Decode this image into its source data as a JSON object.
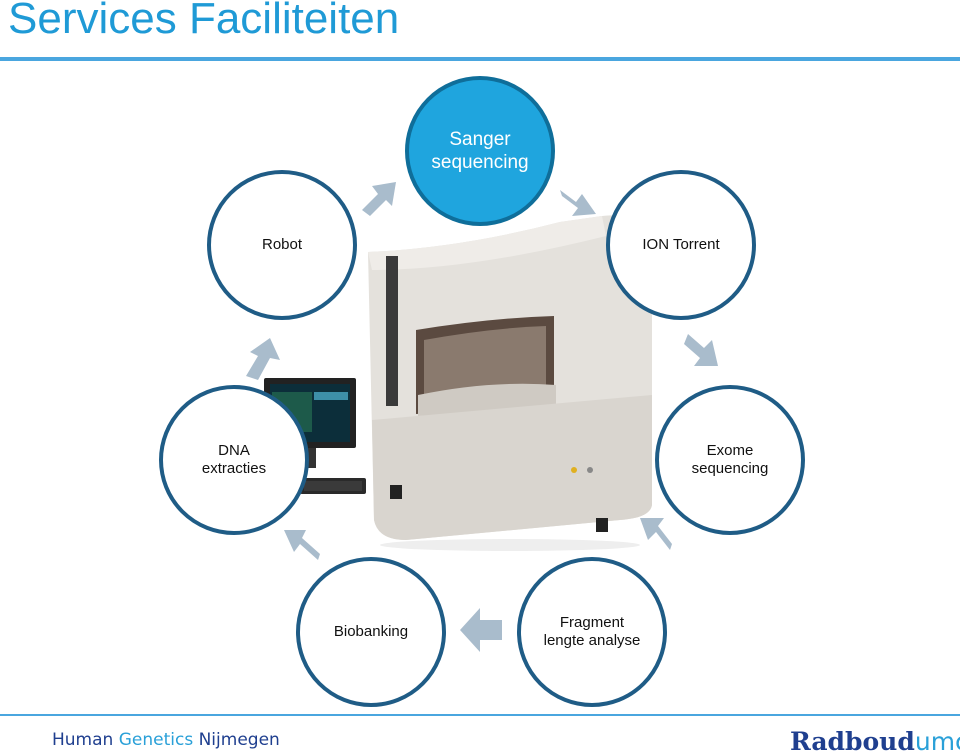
{
  "slide": {
    "title": "Services Faciliteiten",
    "nodes": [
      {
        "id": "sanger",
        "label": "Sanger\nsequencing",
        "active": true
      },
      {
        "id": "ion",
        "label": "ION Torrent",
        "active": false
      },
      {
        "id": "exome",
        "label": "Exome\nsequencing",
        "active": false
      },
      {
        "id": "fragment",
        "label": "Fragment\nlengte analyse",
        "active": false
      },
      {
        "id": "biobanking",
        "label": "Biobanking",
        "active": false
      },
      {
        "id": "dna",
        "label": "DNA\nextracties",
        "active": false
      },
      {
        "id": "robot",
        "label": "Robot",
        "active": false
      }
    ],
    "colors": {
      "accent": "#1f9ad6",
      "ring": "#1f5c86",
      "arrow": "#a9bccc",
      "active_fill": "#1fa5de"
    }
  },
  "footer": {
    "left_a": "Human ",
    "left_b": "Genetics",
    "left_c": " Nijmegen",
    "logo_a": "Radboud",
    "logo_b": "umc"
  }
}
